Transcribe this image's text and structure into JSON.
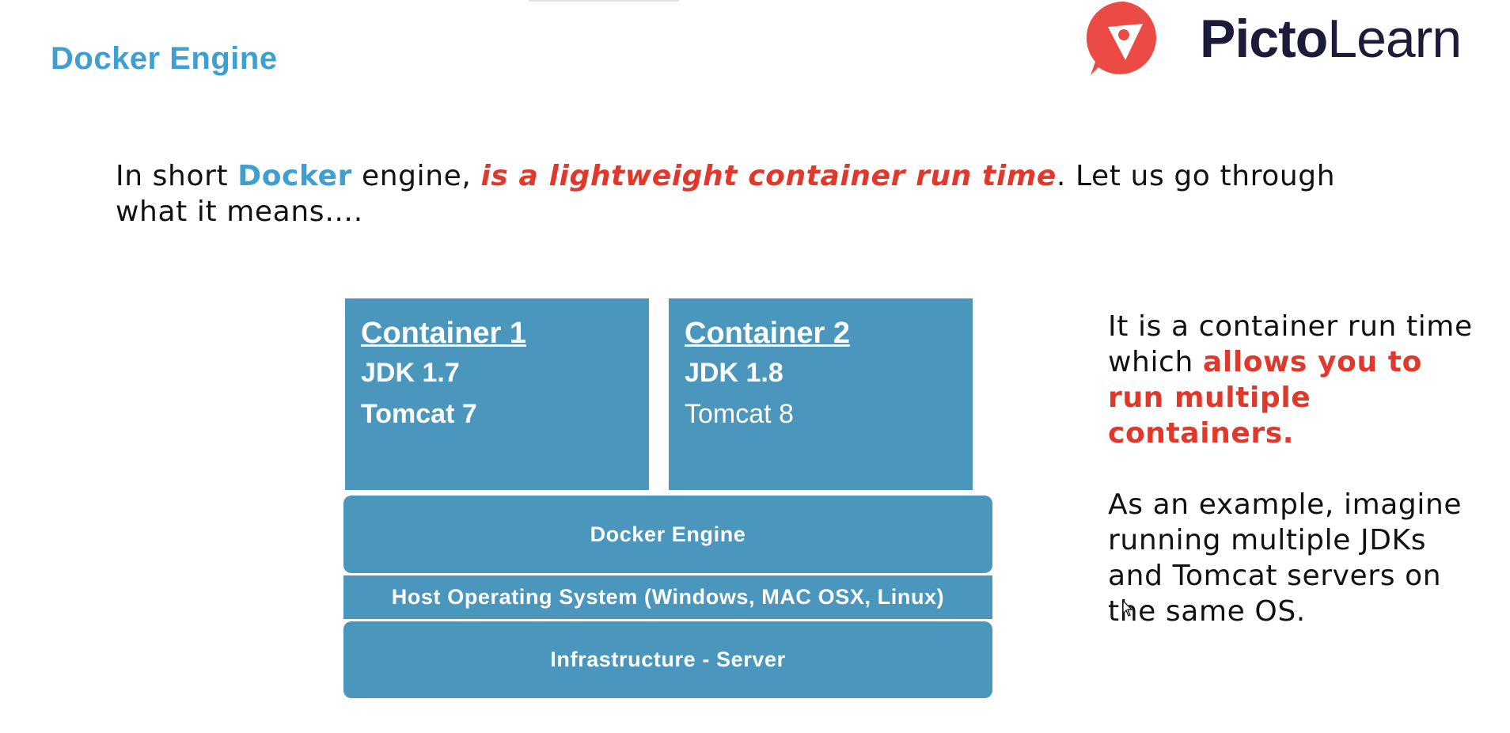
{
  "title": "Docker Engine",
  "logo": {
    "text_bold": "Picto",
    "text_regular": "Learn"
  },
  "intro": {
    "p1": "In short ",
    "p2": "Docker",
    "p3": " engine, ",
    "p4": "is a lightweight container run time",
    "p5": ". Let us go through what it means…."
  },
  "diagram": {
    "containers": [
      {
        "heading": "Container 1",
        "line1": "JDK 1.7",
        "line2": "Tomcat 7"
      },
      {
        "heading": "Container 2",
        "line1": "JDK 1.8",
        "line2": "Tomcat 8"
      }
    ],
    "layers": {
      "engine": "Docker Engine",
      "host_os": "Host Operating System (Windows, MAC OSX, Linux)",
      "infrastructure": "Infrastructure - Server"
    }
  },
  "side": {
    "s1": "It is a container run time which ",
    "s2": "allows you to run multiple containers.",
    "s3": "As an example, imagine running multiple JDKs and Tomcat servers on the same OS."
  },
  "colors": {
    "accent_blue": "#3f9fd1",
    "accent_red": "#e2382b",
    "box_blue": "#4a96bd",
    "logo_red": "#ec4b45",
    "logo_text": "#1b1b3a"
  }
}
